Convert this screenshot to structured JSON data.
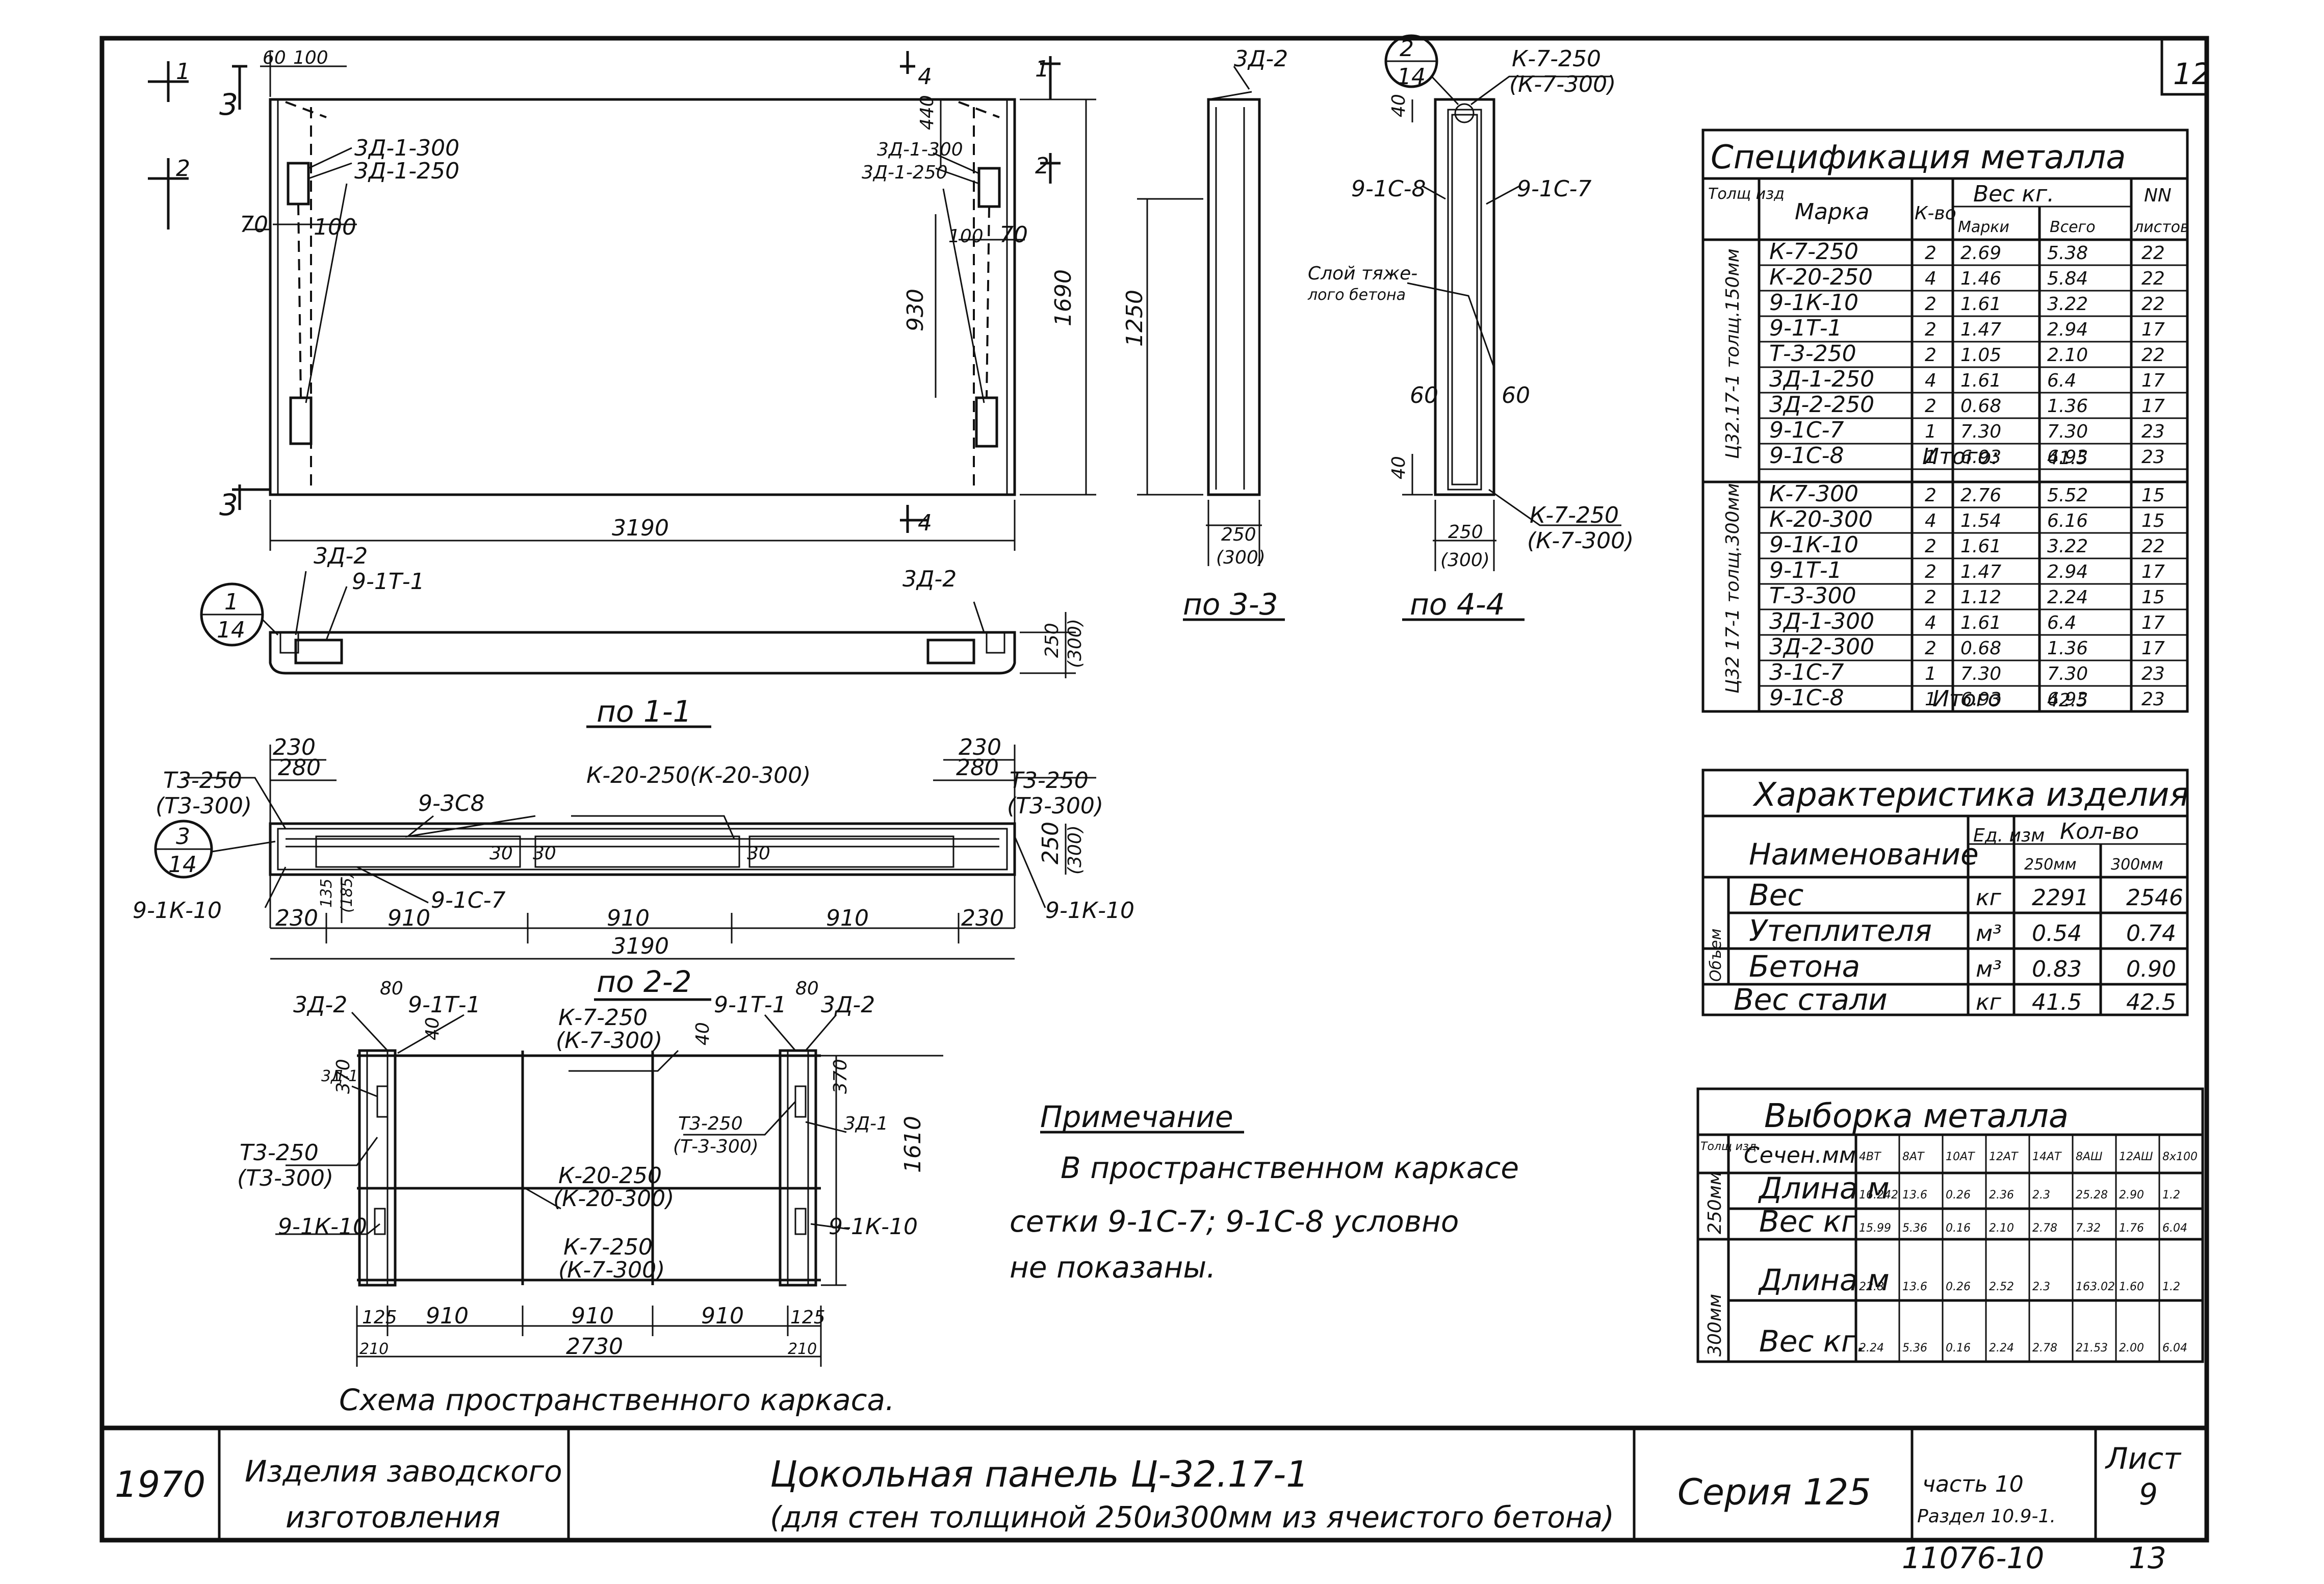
{
  "sheet": {
    "corner_number": "12",
    "year": "1970",
    "category_line1": "Изделия заводского",
    "category_line2": "изготовления",
    "title_line1": "Цокольная панель Ц-32.17-1",
    "title_line2": "(для стен толщиной 250и300мм из ячеистого бетона)",
    "series": "Серия 125",
    "part": "часть 10",
    "section": "Раздел 10.9-1.",
    "sheet_label": "Лист",
    "sheet_no": "9",
    "doc_no": "11076-10",
    "page_no": "13"
  },
  "spec": {
    "title": "Спецификация металла",
    "headers": {
      "thickness": "Толщ изд",
      "mark": "Марка",
      "qty": "К-во",
      "weight": "Вес кг.",
      "weight_mark": "Марки",
      "weight_total": "Всего",
      "sheets": "NN",
      "sheets_sub": "листов"
    },
    "group1_label": "Ц32.17-1 толщ.150мм",
    "group1": [
      [
        "К-7-250",
        "2",
        "2.69",
        "5.38",
        "22"
      ],
      [
        "К-20-250",
        "4",
        "1.46",
        "5.84",
        "22"
      ],
      [
        "9-1К-10",
        "2",
        "1.61",
        "3.22",
        "22"
      ],
      [
        "9-1Т-1",
        "2",
        "1.47",
        "2.94",
        "17"
      ],
      [
        "Т-3-250",
        "2",
        "1.05",
        "2.10",
        "22"
      ],
      [
        "3Д-1-250",
        "4",
        "1.61",
        "6.4",
        "17"
      ],
      [
        "3Д-2-250",
        "2",
        "0.68",
        "1.36",
        "17"
      ],
      [
        "9-1С-7",
        "1",
        "7.30",
        "7.30",
        "23"
      ],
      [
        "9-1С-8",
        "1",
        "6.93",
        "6.93",
        "23"
      ]
    ],
    "group1_total_label": "Итого:",
    "group1_total": "41.5",
    "group2_label": "Ц32 17-1 толщ.300мм",
    "group2": [
      [
        "К-7-300",
        "2",
        "2.76",
        "5.52",
        "15"
      ],
      [
        "К-20-300",
        "4",
        "1.54",
        "6.16",
        "15"
      ],
      [
        "9-1К-10",
        "2",
        "1.61",
        "3.22",
        "22"
      ],
      [
        "9-1Т-1",
        "2",
        "1.47",
        "2.94",
        "17"
      ],
      [
        "Т-3-300",
        "2",
        "1.12",
        "2.24",
        "15"
      ],
      [
        "3Д-1-300",
        "4",
        "1.61",
        "6.4",
        "17"
      ],
      [
        "3Д-2-300",
        "2",
        "0.68",
        "1.36",
        "17"
      ],
      [
        "3-1С-7",
        "1",
        "7.30",
        "7.30",
        "23"
      ],
      [
        "9-1С-8",
        "1",
        "6.93",
        "6.93",
        "23"
      ]
    ],
    "group2_total_label": "Итого",
    "group2_total": "42.5"
  },
  "character": {
    "title": "Характеристика изделия",
    "name_header": "Наименование",
    "unit_header": "Ед. изм",
    "qty_header": "Кол-во",
    "col_250": "250мм",
    "col_300": "300мм",
    "volume_label": "Объем",
    "rows": [
      [
        "Вес",
        "кг",
        "2291",
        "2546"
      ],
      [
        "Утеплителя",
        "м³",
        "0.54",
        "0.74"
      ],
      [
        "Бетона",
        "м³",
        "0.83",
        "0.90"
      ],
      [
        "Вес стали",
        "кг",
        "41.5",
        "42.5"
      ]
    ]
  },
  "selection": {
    "title": "Выборка металла",
    "thick_header": "Толщ изд.",
    "section_header": "Сечен.мм",
    "cols": [
      "4ВТ",
      "8АТ",
      "10АТ",
      "12АТ",
      "14АТ",
      "8АШ",
      "12АШ",
      "8х100"
    ],
    "g250": "250мм",
    "g300": "300мм",
    "rows": [
      [
        "Длина м",
        "16.242",
        "13.6",
        "0.26",
        "2.36",
        "2.3",
        "25.28",
        "2.90",
        "1.2"
      ],
      [
        "Вес кг",
        "15.99",
        "5.36",
        "0.16",
        "2.10",
        "2.78",
        "7.32",
        "1.76",
        "6.04"
      ],
      [
        "Длина м",
        "22.8",
        "13.6",
        "0.26",
        "2.52",
        "2.3",
        "163.02",
        "1.60",
        "1.2"
      ],
      [
        "Вес кг.",
        "2.24",
        "5.36",
        "0.16",
        "2.24",
        "2.78",
        "21.53",
        "2.00",
        "6.04"
      ]
    ]
  },
  "note": {
    "title": "Примечание",
    "line1": "В пространственном каркасе",
    "line2": "сетки 9-1С-7; 9-1С-8 условно",
    "line3": "не показаны."
  },
  "drawing": {
    "cut_1": "1",
    "cut_2": "2",
    "cut_3": "3",
    "cut_4": "4",
    "dim_60": "60",
    "dim_100": "100",
    "dim_440": "440",
    "dim_70": "70",
    "dim_100b": "100",
    "dim_930": "930",
    "dim_1690": "1690",
    "dim_3190": "3190",
    "zd_300": "3Д-1-300",
    "zd_250": "3Д-1-250",
    "zd2": "3Д-2",
    "bubble_1": "1",
    "bubble_14": "14",
    "t1": "9-1Т-1",
    "dim_250": "250",
    "dim_300p": "(300)",
    "cap_11": "по 1-1",
    "cap_33": "по 3-3",
    "cap_44": "по 4-4",
    "cap_22": "по 2-2",
    "dim_1250": "1250",
    "k7_250": "К-7-250",
    "k7_300p": "(К-7-300)",
    "c8": "9-1С-8",
    "c7": "9-1С-7",
    "heavy_1": "Слой тяже-",
    "heavy_2": "лого бетона",
    "dim_40": "40",
    "dim_60b": "60",
    "bubble_2": "2",
    "dim_230": "230",
    "dim_280": "280",
    "t3_250": "Т3-250",
    "t3_300p": "(Т3-300)",
    "k20": "К-20-250(К-20-300)",
    "c8b": "9-3С8",
    "dim_30": "30",
    "bubble_3": "3",
    "k10": "9-1К-10",
    "c7b": "9-1С-7",
    "dim_135": "135",
    "dim_185": "(185)",
    "dim_910": "910",
    "dim_80": "80",
    "dim_370": "370",
    "d1": "3Д-1",
    "k20_250": "К-20-250",
    "k20_300p": "(К-20-300)",
    "t3b": "Т3-250",
    "t3b300": "(Т-3-300)",
    "dim_1610": "1610",
    "dim_125": "125",
    "dim_210": "210",
    "dim_2730": "2730",
    "frame_caption": "Схема пространственного каркаса."
  }
}
